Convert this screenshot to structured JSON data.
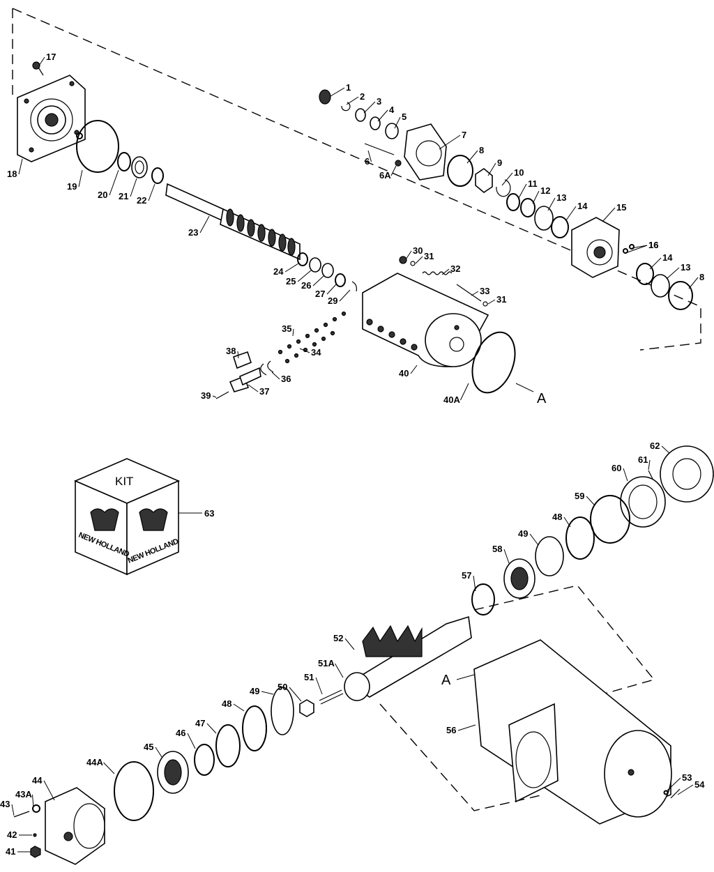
{
  "section_marker": "A",
  "kit": {
    "label": "KIT",
    "brand_left": "NEW HOLLAND",
    "brand_right": "NEW HOLLAND",
    "callout": "63"
  },
  "callouts": [
    {
      "id": "c1",
      "text": "1"
    },
    {
      "id": "c2",
      "text": "2"
    },
    {
      "id": "c3",
      "text": "3"
    },
    {
      "id": "c4",
      "text": "4"
    },
    {
      "id": "c5",
      "text": "5"
    },
    {
      "id": "c6",
      "text": "6"
    },
    {
      "id": "c6a",
      "text": "6A"
    },
    {
      "id": "c7",
      "text": "7"
    },
    {
      "id": "c8a",
      "text": "8"
    },
    {
      "id": "c9",
      "text": "9"
    },
    {
      "id": "c10",
      "text": "10"
    },
    {
      "id": "c11",
      "text": "11"
    },
    {
      "id": "c12",
      "text": "12"
    },
    {
      "id": "c13a",
      "text": "13"
    },
    {
      "id": "c14a",
      "text": "14"
    },
    {
      "id": "c15",
      "text": "15"
    },
    {
      "id": "c16a",
      "text": "16"
    },
    {
      "id": "c16b",
      "text": "16"
    },
    {
      "id": "c14b",
      "text": "14"
    },
    {
      "id": "c13b",
      "text": "13"
    },
    {
      "id": "c8b",
      "text": "8"
    },
    {
      "id": "c17",
      "text": "17"
    },
    {
      "id": "c18",
      "text": "18"
    },
    {
      "id": "c19",
      "text": "19"
    },
    {
      "id": "c20",
      "text": "20"
    },
    {
      "id": "c21",
      "text": "21"
    },
    {
      "id": "c22",
      "text": "22"
    },
    {
      "id": "c23",
      "text": "23"
    },
    {
      "id": "c24",
      "text": "24"
    },
    {
      "id": "c25",
      "text": "25"
    },
    {
      "id": "c26",
      "text": "26"
    },
    {
      "id": "c27",
      "text": "27"
    },
    {
      "id": "c29",
      "text": "29"
    },
    {
      "id": "c30",
      "text": "30"
    },
    {
      "id": "c31a",
      "text": "31"
    },
    {
      "id": "c31b",
      "text": "31"
    },
    {
      "id": "c32",
      "text": "32"
    },
    {
      "id": "c33",
      "text": "33"
    },
    {
      "id": "c34",
      "text": "34"
    },
    {
      "id": "c35",
      "text": "35"
    },
    {
      "id": "c36",
      "text": "36"
    },
    {
      "id": "c37",
      "text": "37"
    },
    {
      "id": "c38",
      "text": "38"
    },
    {
      "id": "c39",
      "text": "39"
    },
    {
      "id": "c40",
      "text": "40"
    },
    {
      "id": "c40a",
      "text": "40A"
    },
    {
      "id": "c41",
      "text": "41"
    },
    {
      "id": "c42",
      "text": "42"
    },
    {
      "id": "c43",
      "text": "43"
    },
    {
      "id": "c43a",
      "text": "43A"
    },
    {
      "id": "c44",
      "text": "44"
    },
    {
      "id": "c44a",
      "text": "44A"
    },
    {
      "id": "c45",
      "text": "45"
    },
    {
      "id": "c46",
      "text": "46"
    },
    {
      "id": "c47",
      "text": "47"
    },
    {
      "id": "c48a",
      "text": "48"
    },
    {
      "id": "c49a",
      "text": "49"
    },
    {
      "id": "c50",
      "text": "50"
    },
    {
      "id": "c51",
      "text": "51"
    },
    {
      "id": "c51a",
      "text": "51A"
    },
    {
      "id": "c52",
      "text": "52"
    },
    {
      "id": "c53",
      "text": "53"
    },
    {
      "id": "c54",
      "text": "54"
    },
    {
      "id": "c56",
      "text": "56"
    },
    {
      "id": "c57",
      "text": "57"
    },
    {
      "id": "c58",
      "text": "58"
    },
    {
      "id": "c49b",
      "text": "49"
    },
    {
      "id": "c48b",
      "text": "48"
    },
    {
      "id": "c59",
      "text": "59"
    },
    {
      "id": "c60",
      "text": "60"
    },
    {
      "id": "c61",
      "text": "61"
    },
    {
      "id": "c62",
      "text": "62"
    }
  ]
}
